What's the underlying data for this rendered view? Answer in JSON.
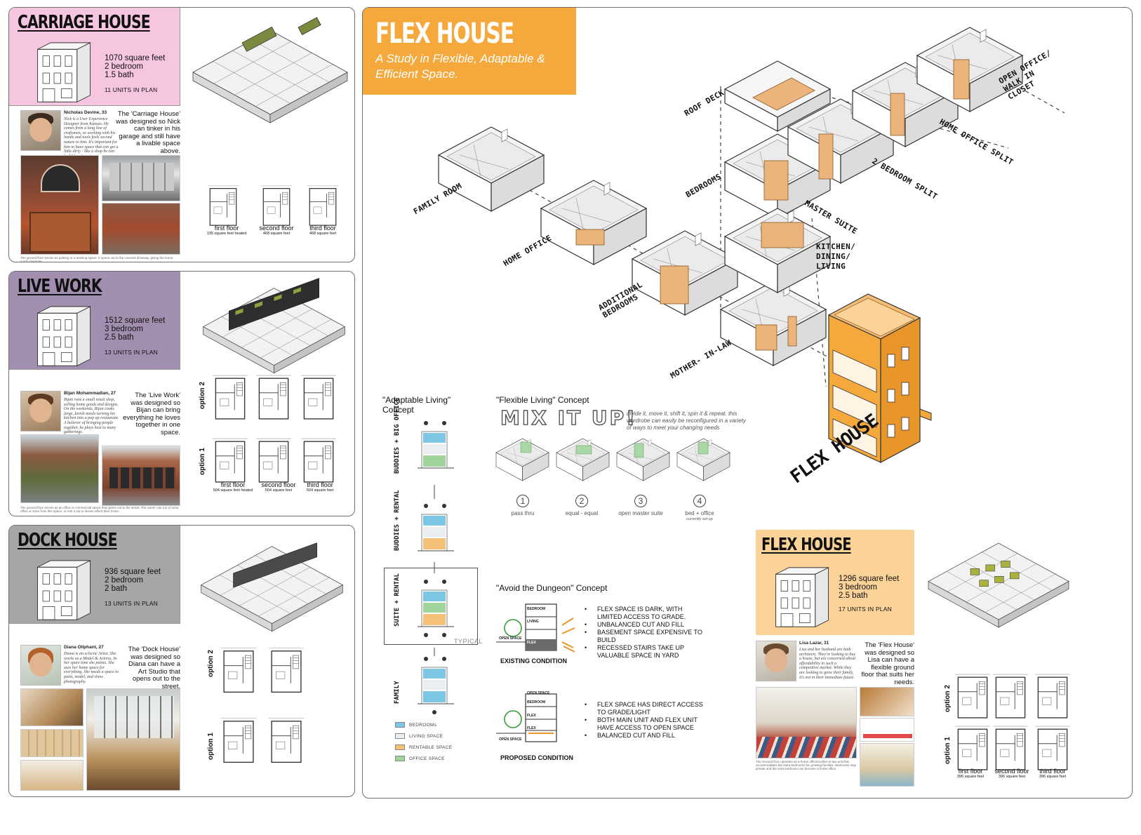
{
  "colors": {
    "carriage_pink": "#f6c6e0",
    "livework_purple": "#a28fb0",
    "dock_gray": "#a6a6a8",
    "flex_orange": "#f5a93c",
    "flex_card_orange": "#fbd298",
    "wood": "#eab47a",
    "bedroom_blue": "#7cc7e3",
    "living_gray": "#e9eef3",
    "rentable_orange": "#f5c178",
    "office_green": "#9fd49a"
  },
  "cards": {
    "carriage": {
      "title": "CARRIAGE HOUSE",
      "stats": [
        "1070 square feet",
        "2 bedroom",
        "1.5 bath"
      ],
      "units": "11 UNITS IN PLAN",
      "persona_name": "Nicholas Devine, 33",
      "persona_bio": "Nick is a User Experience Designer from Kansas. He comes from a long line of craftsmen, so working with his hands and tools feels second nature to him. It's important for him to have space that can get a little dirty - like a shop he can build furniture in.",
      "quote": "The 'Carriage House' was designed so Nick can tinker in his garage and still have a livable space above.",
      "caption": "The ground floor serves as parking or a working space. It opens out to the covered driveway, giving the home a rich character.",
      "plans": [
        {
          "label": "first floor",
          "sub": "135 square feet heated"
        },
        {
          "label": "second floor",
          "sub": "468 square feet"
        },
        {
          "label": "third floor",
          "sub": "468 square feet"
        }
      ]
    },
    "livework": {
      "title": "LIVE WORK",
      "stats": [
        "1512 square feet",
        "3 bedroom",
        "2.5 bath"
      ],
      "units": "13 UNITS IN PLAN",
      "persona_name": "Bijan Mohammadian, 27",
      "persona_bio": "Bijan runs a small retail shop, selling home goods and designs. On the weekends, Bijan cooks large, lavish meals turning his kitchen into a pop up restaurant. A believer of bringing people together, he plays host to many gatherings.",
      "quote": "The 'Live Work' was designed so Bijan can bring everything he loves together in one space.",
      "caption": "The ground floor serves as an office or commercial space that opens out to the street. The owner can run a home office or store from this space, or rent it out to lessen afford their home.",
      "options": [
        "option 2",
        "option 1"
      ],
      "plans": [
        {
          "label": "first floor",
          "sub": "504 square feet heated"
        },
        {
          "label": "second floor",
          "sub": "504 square feet"
        },
        {
          "label": "third floor",
          "sub": "504 square feet"
        }
      ]
    },
    "dock": {
      "title": "DOCK HOUSE",
      "stats": [
        "936 square feet",
        "2 bedroom",
        "2 bath"
      ],
      "units": "13 UNITS IN PLAN",
      "persona_name": "Diana Ollphant, 27",
      "persona_bio": "Diana is an eclectic Artist. She works as a Model & Actress. In her spare time she paints. She uses her home space for everything. She needs a space to paint, model, and show photography.",
      "quote": "The 'Dock House' was designed so Diana can have a Art Studio that opens out to the street.",
      "options": [
        "option 2",
        "option 1"
      ]
    }
  },
  "main": {
    "title": "FLEX HOUSE",
    "subtitle": "A Study in Flexible, Adaptable & Efficient Space.",
    "iso_labels": [
      "FAMILY ROOM",
      "HOME OFFICE",
      "ADDITIONAL BEDROOMS",
      "MOTHER- IN-LAW",
      "ROOF DECK",
      "BEDROOMS",
      "MASTER SUITE",
      "KITCHEN/ DINING/ LIVING",
      "2 BEDROOM SPLIT",
      "HOME OFFICE SPLIT",
      "OPEN OFFICE/ WALK IN CLOSET"
    ],
    "building_label": "FLEX HOUSE",
    "adaptable": {
      "title": "\"Adaptable Living\" Concept",
      "configs": [
        "BUDDIES + BIG OFFICE",
        "BUDDIES + RENTAL",
        "SUITE + RENTAL",
        "FAMILY"
      ],
      "typical": "TYPICAL",
      "legend": [
        "BEDROOMs",
        "LIVING SPACE",
        "RENTABLE SPACE",
        "OFFICE SPACE"
      ]
    },
    "flexible": {
      "title": "\"Flexible Living\" Concept",
      "headline": "MIX IT UP!",
      "blurb": "divide it, move it, shift it, spin it & repeat. this wardrobe can easily be reconfigured in a variety of ways to meet your changing needs",
      "options": [
        {
          "num": "1",
          "label": "pass thru",
          "sub": ""
        },
        {
          "num": "2",
          "label": "equal - equal",
          "sub": ""
        },
        {
          "num": "3",
          "label": "open master suite",
          "sub": ""
        },
        {
          "num": "4",
          "label": "bed + office",
          "sub": "currently set up"
        }
      ]
    },
    "dungeon": {
      "title": "\"Avoid the Dungeon\" Concept",
      "existing_label": "EXISTING CONDITION",
      "proposed_label": "PROPOSED CONDITION",
      "existing_floors": [
        "BEDROOM",
        "LIVING",
        "OPEN SPACE",
        "FLEX"
      ],
      "proposed_floors": [
        "OPEN SPACE",
        "BEDROOM",
        "FLEX",
        "FLEX",
        "OPEN SPACE"
      ],
      "existing_bullets": [
        "FLEX SPACE IS DARK, WITH LIMITED ACCESS TO GRADE.",
        "UNBALANCED CUT AND FILL",
        "BASEMENT SPACE EXPENSIVE TO BUILD",
        "RECESSED STAIRS TAKE UP VALUABLE SPACE IN YARD"
      ],
      "proposed_bullets": [
        "FLEX SPACE HAS DIRECT ACCESS TO GRADE/LIGHT",
        "BOTH MAIN UNIT AND FLEX UNIT HAVE ACCESS TO OPEN SPACE",
        "BALANCED CUT AND FILL"
      ]
    },
    "flex_card": {
      "title": "FLEX HOUSE",
      "stats": [
        "1296 square feet",
        "3 bedroom",
        "2.5 bath"
      ],
      "units": "17 UNITS IN PLAN",
      "persona_name": "Lisa Lazar, 31",
      "persona_bio": "Lisa and her husband are both architects. They're looking to buy a house, but are concerned about affordability in such a competitive market. While they are looking to grow their family, it's not in their immediate future.",
      "quote": "The 'Flex House' was designed so Lisa can have a flexible ground floor that suits her needs.",
      "caption": "The Ground floor operates as a home office/mother-in-law unit that accommodates the extra bedrooms for growing families. Bedrooms stay private and the extra bedroom can become a home office.",
      "options": [
        "option 2",
        "option 1"
      ],
      "plans": [
        {
          "label": "first floor",
          "sub": "396 square feet"
        },
        {
          "label": "second floor",
          "sub": "396 square feet"
        },
        {
          "label": "third floor",
          "sub": "396 square feet"
        }
      ]
    }
  }
}
